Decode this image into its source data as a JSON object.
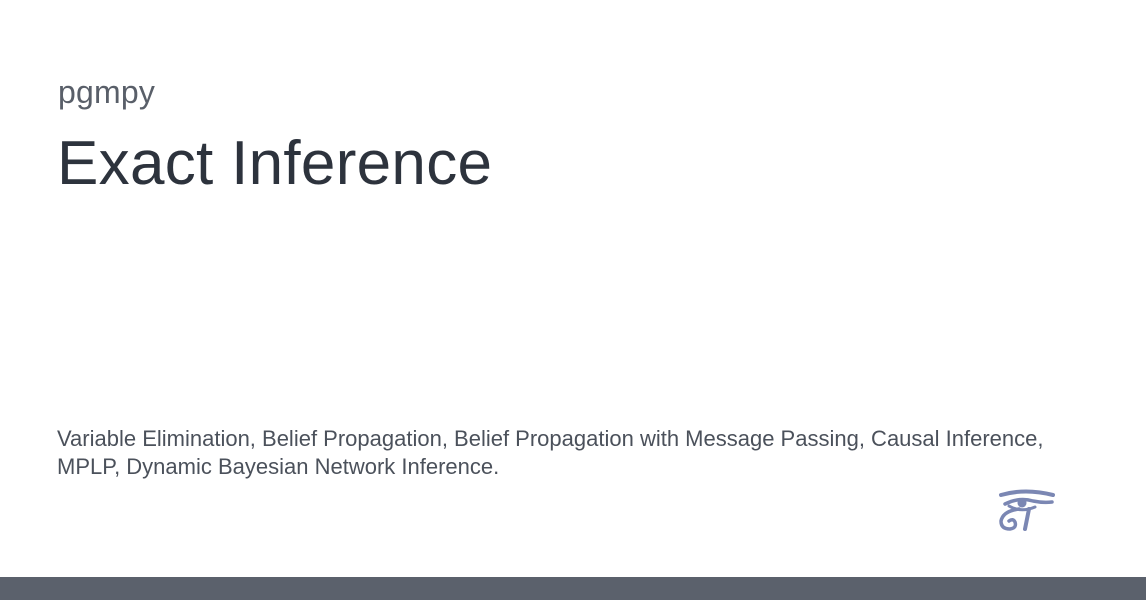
{
  "site": {
    "name": "pgmpy"
  },
  "page": {
    "title": "Exact Inference",
    "description": "Variable Elimination, Belief Propagation, Belief Propagation with Message Passing, Causal Inference, MPLP, Dynamic Bayesian Network Inference."
  },
  "logo": {
    "icon": "eye-of-horus-icon",
    "color": "#7b87b3"
  },
  "footer": {
    "bar_color": "#5b616c"
  }
}
